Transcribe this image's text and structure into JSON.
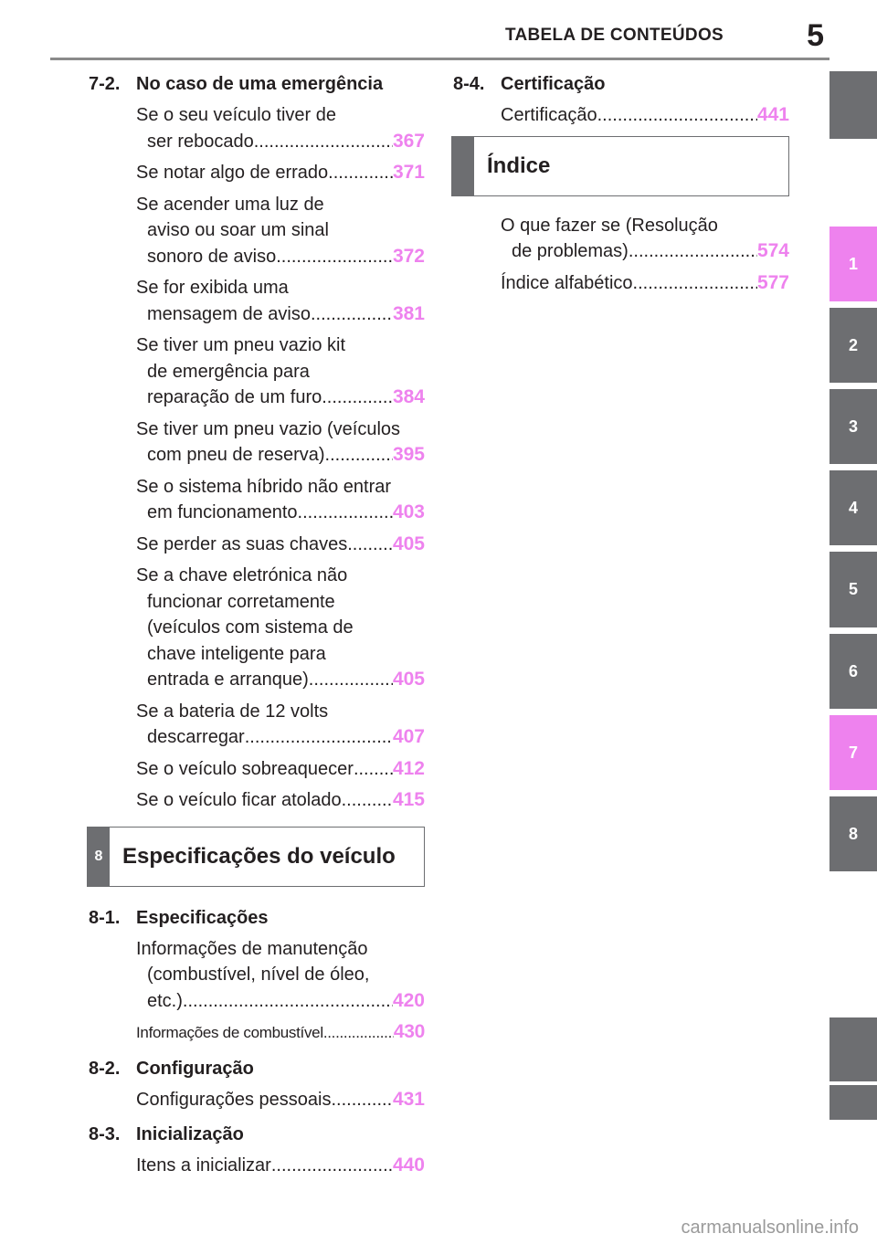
{
  "header": {
    "title": "TABELA DE CONTEÚDOS",
    "page_number": "5"
  },
  "tabs": [
    {
      "label": ""
    },
    {
      "label": "1"
    },
    {
      "label": "2"
    },
    {
      "label": "3"
    },
    {
      "label": "4"
    },
    {
      "label": "5"
    },
    {
      "label": "6"
    },
    {
      "label": "7"
    },
    {
      "label": "8"
    },
    {
      "label": ""
    },
    {
      "label": ""
    }
  ],
  "left": {
    "s72": {
      "num": "7-2.",
      "title": "No caso de uma emergência",
      "e1": {
        "l1": "Se o seu veículo tiver de",
        "l2": "ser rebocado",
        "page": "367"
      },
      "e2": {
        "l1": "Se notar algo de errado",
        "page": "371"
      },
      "e3": {
        "l1": "Se acender uma luz de",
        "l2": "aviso ou soar um sinal",
        "l3": "sonoro de aviso",
        "page": "372"
      },
      "e4": {
        "l1": "Se for exibida uma",
        "l2": "mensagem de aviso",
        "page": "381"
      },
      "e5": {
        "l1": "Se tiver um pneu vazio kit",
        "l2": "de emergência para",
        "l3": "reparação de um furo",
        "page": "384"
      },
      "e6": {
        "l1": "Se tiver um pneu vazio (veículos",
        "l2": "com pneu de reserva)",
        "page": "395"
      },
      "e7": {
        "l1": "Se o sistema híbrido não entrar",
        "l2": "em funcionamento",
        "page": "403"
      },
      "e8": {
        "l1": "Se perder as suas chaves",
        "page": "405"
      },
      "e9": {
        "l1": "Se a chave eletrónica não",
        "l2": "funcionar corretamente",
        "l3": "(veículos com sistema de",
        "l4": "chave inteligente para",
        "l5": "entrada e arranque)",
        "page": "405"
      },
      "e10": {
        "l1": "Se a bateria de 12 volts",
        "l2": "descarregar",
        "page": "407"
      },
      "e11": {
        "l1": "Se o veículo sobreaquecer",
        "page": "412"
      },
      "e12": {
        "l1": "Se o veículo ficar atolado",
        "page": "415"
      }
    },
    "chapter8": {
      "tab": "8",
      "title": "Especificações do veículo"
    },
    "s81": {
      "num": "8-1.",
      "title": "Especificações",
      "e1": {
        "l1": "Informações de manutenção",
        "l2": "(combustível, nível de óleo,",
        "l3": "etc.)",
        "page": "420"
      },
      "e2": {
        "l1": "Informações de combustível",
        "page": "430"
      }
    },
    "s82": {
      "num": "8-2.",
      "title": "Configuração",
      "e1": {
        "l1": "Configurações pessoais",
        "page": "431"
      }
    },
    "s83": {
      "num": "8-3.",
      "title": "Inicialização",
      "e1": {
        "l1": "Itens a inicializar",
        "page": "440"
      }
    }
  },
  "right": {
    "s84": {
      "num": "8-4.",
      "title": "Certificação",
      "e1": {
        "l1": "Certificação",
        "page": "441"
      }
    },
    "index": {
      "title": "Índice"
    },
    "idx": {
      "e1": {
        "l1": "O que fazer se (Resolução",
        "l2": "de problemas)",
        "page": "574"
      },
      "e2": {
        "l1": "Índice alfabético",
        "page": "577"
      }
    }
  },
  "watermark": "carmanualsonline.info"
}
